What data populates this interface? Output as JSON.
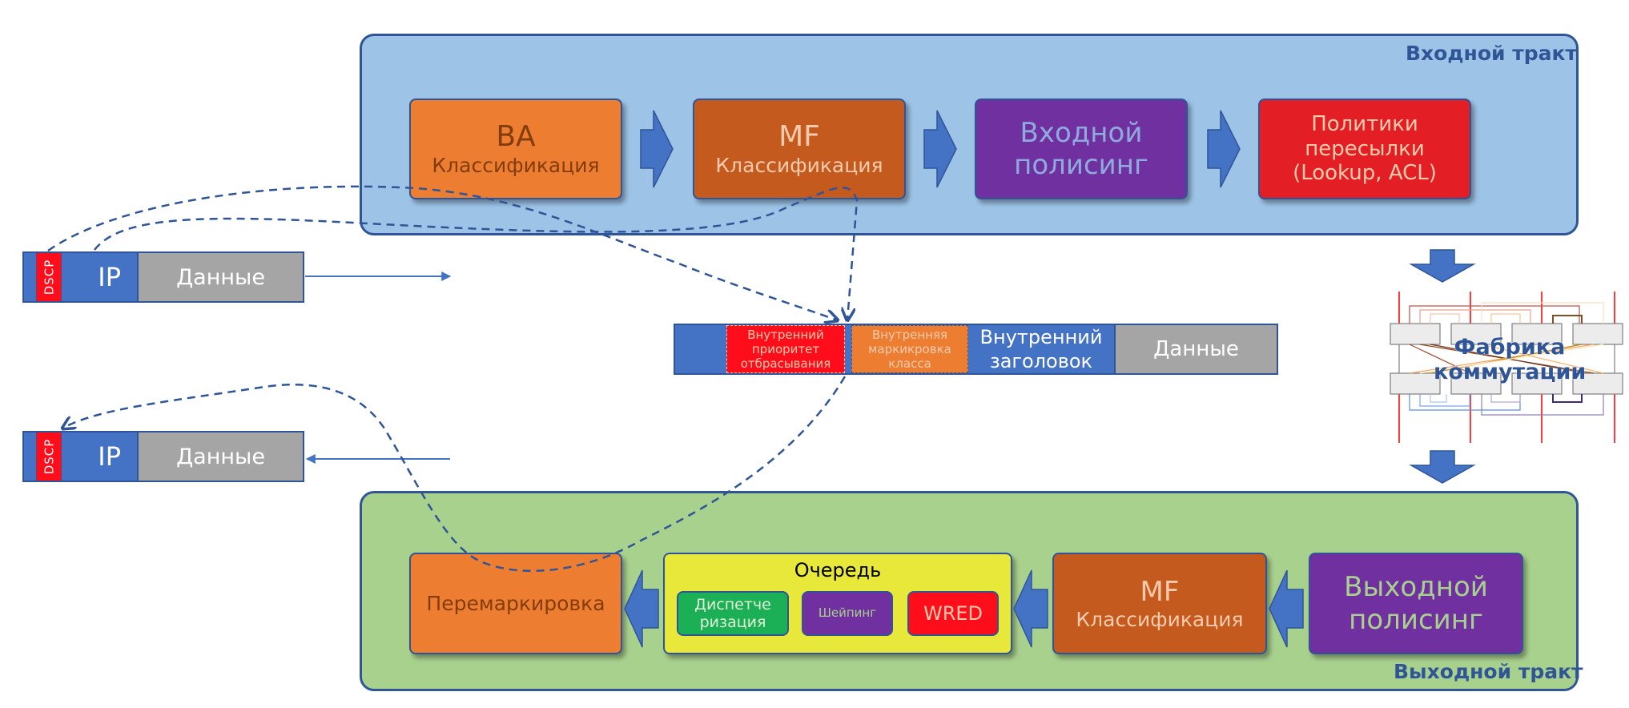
{
  "ingress": {
    "title": "Входной тракт",
    "color": "#9dc3e6",
    "blocks": [
      {
        "line1": "BA",
        "line2": "Классификация",
        "color": "#ed7d31"
      },
      {
        "line1": "MF",
        "line2": "Классификация",
        "color": "#c55a1e"
      },
      {
        "line1": "Входной",
        "line2": "полисинг",
        "color": "#7030a0"
      },
      {
        "line1": "Политики",
        "line2": "пересылки",
        "line3": "(Lookup, ACL)",
        "color": "#e31e24"
      }
    ]
  },
  "egress": {
    "title": "Выходной тракт",
    "color": "#a9d18e",
    "blocks": {
      "remark": {
        "label": "Перемаркировка",
        "color": "#ed7d31"
      },
      "queue": {
        "title": "Очередь",
        "color": "#e8e83a",
        "items": [
          {
            "line1": "Диспетче",
            "line2": "ризация",
            "color": "#1bb055"
          },
          {
            "label": "Шейпинг",
            "color": "#7030a0"
          },
          {
            "label": "WRED",
            "color": "#ff0d1a"
          }
        ]
      },
      "mf": {
        "line1": "MF",
        "line2": "Классификация",
        "color": "#c55a1e"
      },
      "policing": {
        "line1": "Выходной",
        "line2": "полисинг",
        "color": "#7030a0"
      }
    }
  },
  "packet_in": {
    "dscp": "DSCP",
    "header": "IP",
    "payload": "Данные"
  },
  "packet_out": {
    "dscp": "DSCP",
    "header": "IP",
    "payload": "Данные"
  },
  "internal_packet": {
    "drop_priority": {
      "line1": "Внутренний",
      "line2": "приоритет",
      "line3": "отбрасывания"
    },
    "class_marking": {
      "line1": "Внутренняя",
      "line2": "маркикровка",
      "line3": "класса"
    },
    "header": {
      "line1": "Внутренний",
      "line2": "заголовок"
    },
    "payload": "Данные"
  },
  "fabric": {
    "line1": "Фабрика",
    "line2": "коммутации"
  },
  "colors": {
    "accent_blue": "#4472c4",
    "border_blue": "#2f5597",
    "payload_gray": "#a5a5a5",
    "dscp_red": "#ff0d1a"
  }
}
